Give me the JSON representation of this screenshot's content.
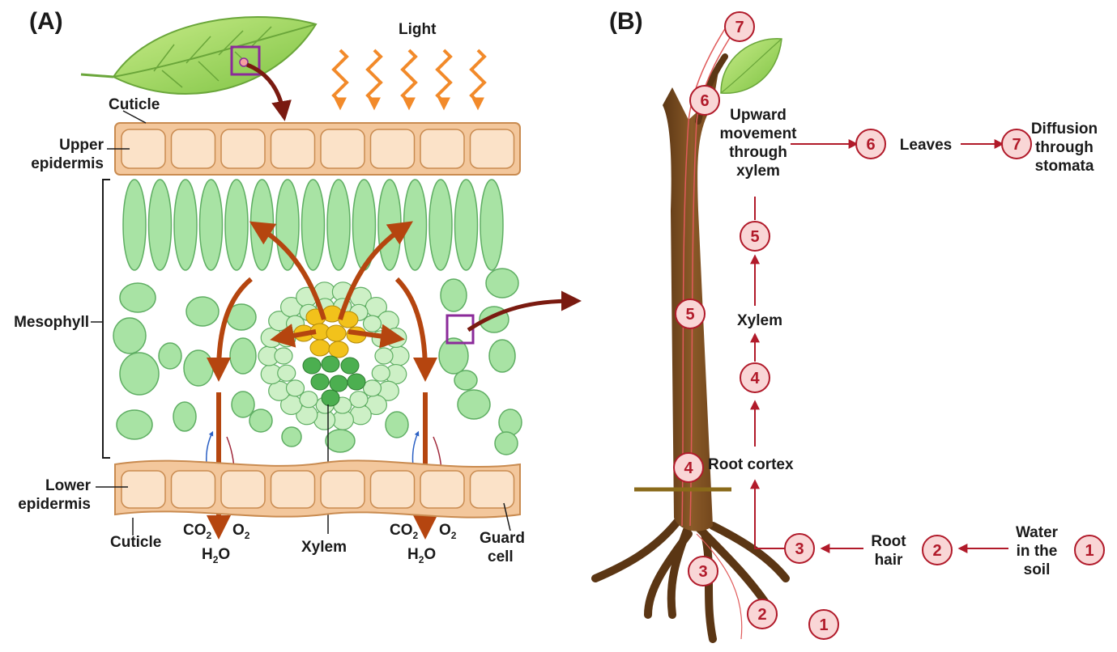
{
  "panel_a": {
    "title": "(A)",
    "labels": {
      "light": "Light",
      "cuticle_top": "Cuticle",
      "upper_epidermis_1": "Upper",
      "upper_epidermis_2": "epidermis",
      "mesophyll": "Mesophyll",
      "lower_epidermis_1": "Lower",
      "lower_epidermis_2": "epidermis",
      "cuticle_bottom": "Cuticle",
      "xylem": "Xylem",
      "guard_cell_1": "Guard",
      "guard_cell_2": "cell"
    },
    "gases": {
      "left": {
        "co2": "CO",
        "co2_sub": "2",
        "o2": "O",
        "o2_sub": "2",
        "h2o_h": "H",
        "h2o_sub": "2",
        "h2o_o": "O"
      },
      "right": {
        "co2": "CO",
        "co2_sub": "2",
        "o2": "O",
        "o2_sub": "2",
        "h2o_h": "H",
        "h2o_sub": "2",
        "h2o_o": "O"
      }
    }
  },
  "panel_b": {
    "title": "(B)",
    "steps": {
      "s1": "Water in the soil",
      "s1_lines": [
        "Water",
        "in the",
        "soil"
      ],
      "s2_lines": [
        "Root",
        "hair"
      ],
      "s4": "Root cortex",
      "s5": "Xylem",
      "s6_lines": [
        "Upward",
        "movement",
        "through",
        "xylem"
      ],
      "s7": "Leaves",
      "s8_lines": [
        "Diffusion",
        "through",
        "stomata"
      ]
    },
    "numbers": {
      "n1": "1",
      "n2": "2",
      "n3": "3",
      "n4": "4",
      "n5": "5",
      "n6": "6",
      "n7": "7"
    }
  },
  "colors": {
    "epidermis": "#f7d3b0",
    "epidermis_edge": "#c98b50",
    "mesophyll": "#a8e3a4",
    "mesophyll_edge": "#5fae63",
    "bundle_yellow": "#f2c21b",
    "bundle_green": "#4caf50",
    "flow_arrow": "#b5450f",
    "leaf": "#9bd35a",
    "stem": "#7a4a1e",
    "step_red": "#b11a2a",
    "step_fill": "#f9d6d6",
    "light_arrow": "#f28a2a"
  }
}
